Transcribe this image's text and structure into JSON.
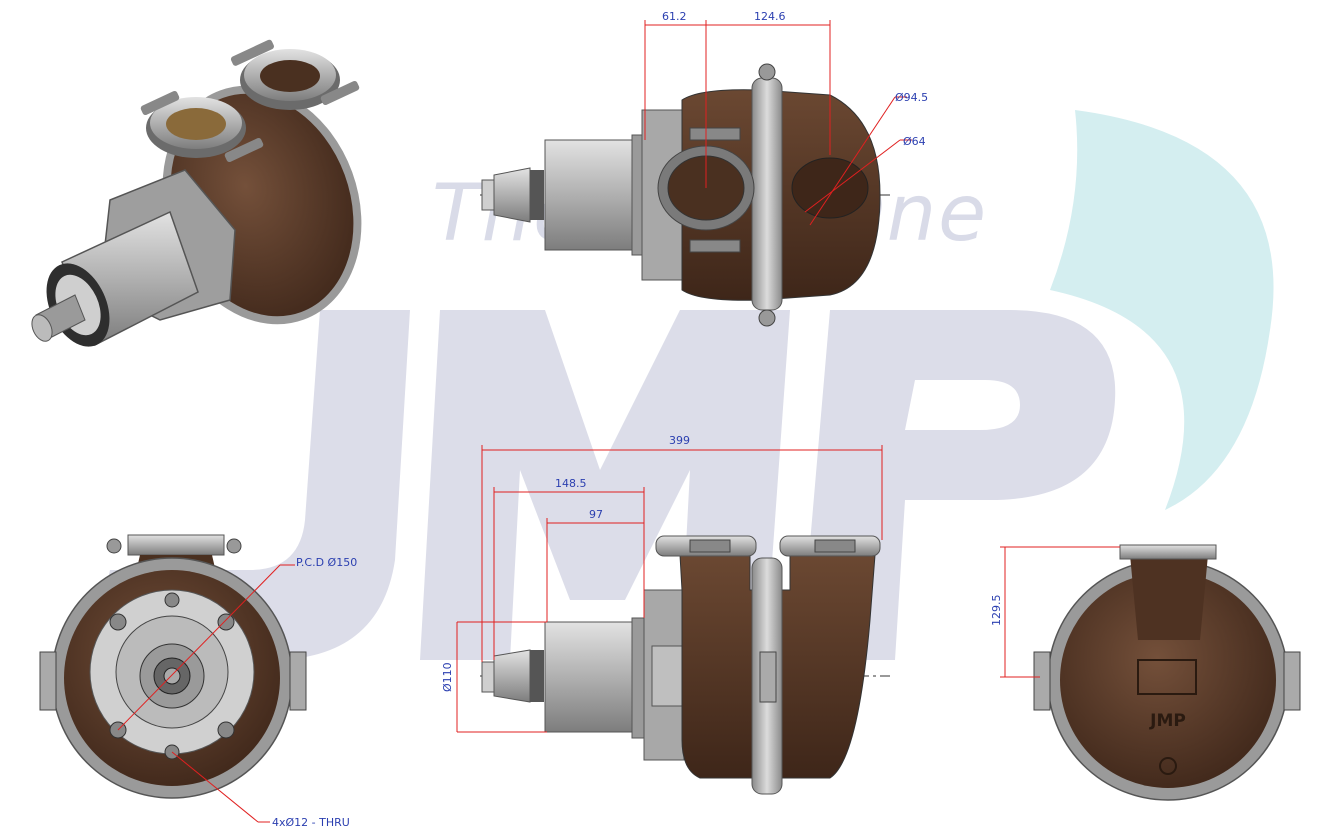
{
  "watermark": {
    "brand": "JMP",
    "tagline": "The Only One"
  },
  "emboss_text": "JMP",
  "dimensions": {
    "top_left": "61.2",
    "top_right": "124.6",
    "dia_outer": "Ø94.5",
    "dia_inner": "Ø64",
    "overall_length": "399",
    "len_148": "148.5",
    "len_97": "97",
    "shaft_dia": "Ø110",
    "pcd": "P.C.D Ø150",
    "holes": "4xØ12 - THRU",
    "height": "129.5"
  },
  "colors": {
    "body_brown": "#5a3a28",
    "steel": "#b8b8b8",
    "dim_line": "#e02020",
    "dim_text": "#2b3fb0",
    "wm_grey": "#dcdde9",
    "wm_cyan": "#d4eef0"
  }
}
